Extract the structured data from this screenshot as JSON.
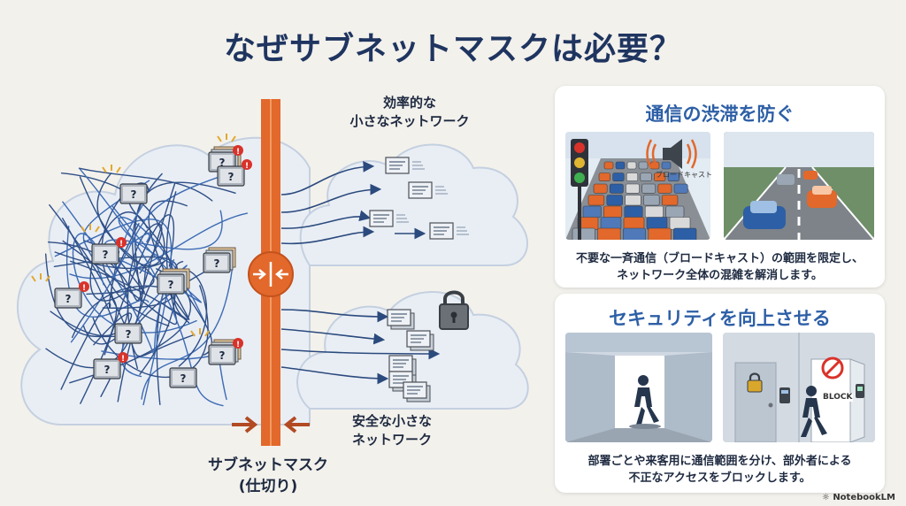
{
  "title": "なぜサブネットマスクは必要？",
  "diagram": {
    "efficient_label": [
      "効率的な",
      "小さなネットワーク"
    ],
    "secure_label": [
      "安全な小さな",
      "ネットワーク"
    ],
    "subnet_mask_label": [
      "サブネットマスク",
      "(仕切り)"
    ],
    "unknown_glyph": "?",
    "alert_glyph": "!"
  },
  "cards": {
    "congestion": {
      "title": "通信の渋滞を防ぐ",
      "broadcast_label": "ブロードキャスト",
      "desc": [
        "不要な一斉通信（ブロードキャスト）の範囲を限定し、",
        "ネットワーク全体の混雑を解消します。"
      ]
    },
    "security": {
      "title": "セキュリティを向上させる",
      "block_label": "BLOCK",
      "desc": [
        "部署ごとや来客用に通信範囲を分け、部外者による",
        "不正なアクセスをブロックします。"
      ]
    }
  },
  "colors": {
    "orange": "#e2682b",
    "navy": "#1f3560",
    "blue": "#2d5fa6",
    "alert_red": "#d9322a",
    "line_blue": "#2b4a7d"
  },
  "watermark": "NotebookLM"
}
